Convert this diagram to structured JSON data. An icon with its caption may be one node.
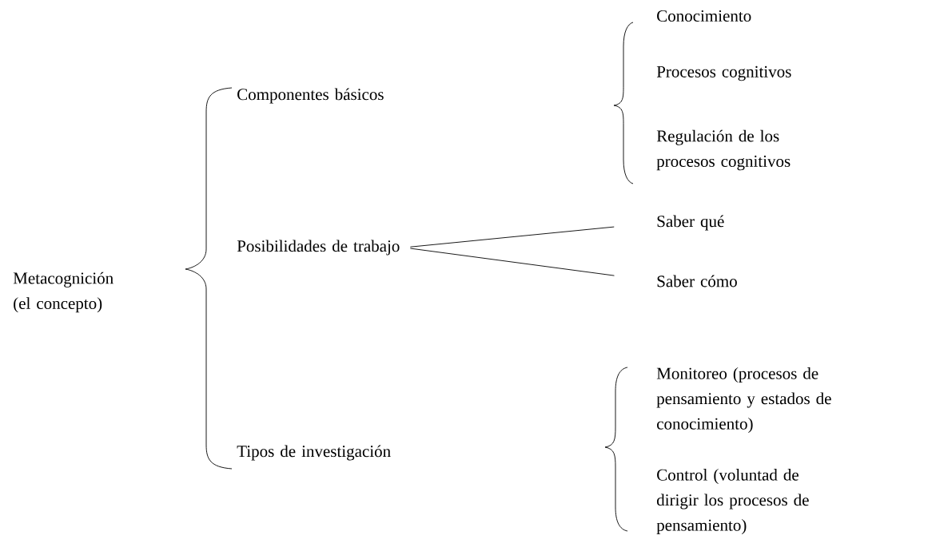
{
  "diagram": {
    "nodes": [
      {
        "text": [
          "Metacognición (el concepto)"
        ]
      },
      {
        "text": [
          "Componentes básicos"
        ]
      },
      {
        "text": [
          "Posibilidades de trabajo"
        ]
      },
      {
        "text": [
          "Tipos de investigación"
        ]
      },
      {
        "text": [
          "Conocimiento"
        ]
      },
      {
        "text": [
          "Procesos cognitivos"
        ]
      },
      {
        "text": [
          "Regulación de los procesos cognitivos"
        ]
      },
      {
        "text": [
          "Saber qué"
        ]
      },
      {
        "text": [
          "Saber cómo"
        ]
      },
      {
        "text": [
          "Monitoreo (procesos de pensamiento y estados de conocimiento)"
        ]
      },
      {
        "text": [
          "Control (voluntad de dirigir los procesos de pensamiento)"
        ]
      }
    ],
    "edges": [
      {
        "from": 2,
        "to": 7,
        "arrow": "none"
      },
      {
        "from": 2,
        "to": 8,
        "arrow": "none"
      }
    ]
  }
}
